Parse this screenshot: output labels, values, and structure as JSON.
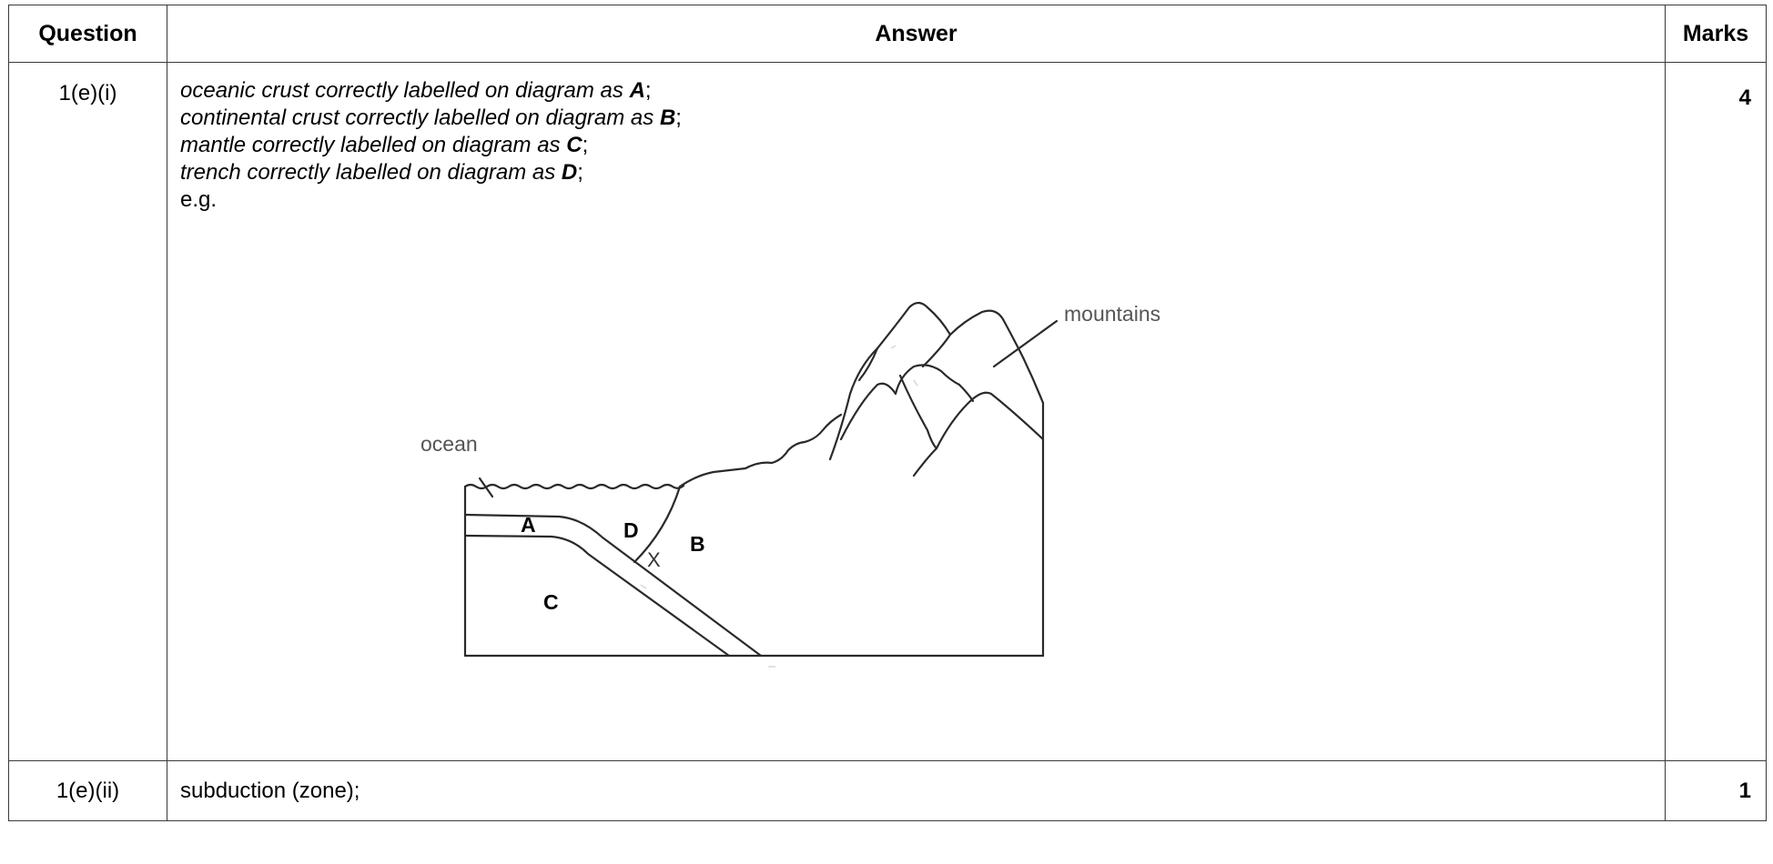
{
  "table": {
    "headers": {
      "question": "Question",
      "answer": "Answer",
      "marks": "Marks"
    },
    "rows": [
      {
        "question": "1(e)(i)",
        "answer_lines": [
          {
            "text": "oceanic crust correctly labelled on diagram as ",
            "bold": "A",
            "end": ";"
          },
          {
            "text": "continental crust correctly labelled on diagram as ",
            "bold": "B",
            "end": ";"
          },
          {
            "text": "mantle correctly labelled on diagram as ",
            "bold": "C",
            "end": ";"
          },
          {
            "text": "trench correctly labelled on diagram as ",
            "bold": "D",
            "end": ";"
          }
        ],
        "example": "e.g.",
        "marks": "4"
      },
      {
        "question": "1(e)(ii)",
        "answer": "subduction (zone);",
        "marks": "1"
      }
    ]
  },
  "diagram": {
    "labels": {
      "ocean": "ocean",
      "mountains": "mountains",
      "a": "A",
      "b": "B",
      "c": "C",
      "d": "D",
      "x": "X"
    }
  }
}
